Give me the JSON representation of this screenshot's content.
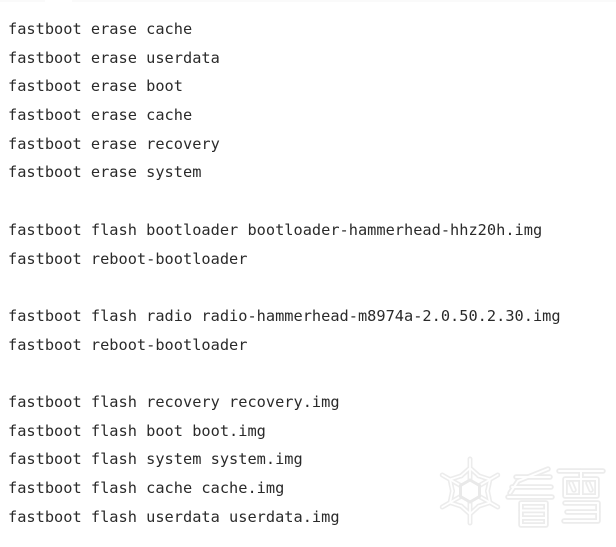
{
  "meta": {
    "background_color": "#ffffff",
    "text_color": "#2a2a2a"
  },
  "code_block": {
    "lines": [
      "fastboot erase cache",
      "fastboot erase userdata",
      "fastboot erase boot",
      "fastboot erase cache",
      "fastboot erase recovery",
      "fastboot erase system",
      "",
      "fastboot flash bootloader bootloader-hammerhead-hhz20h.img",
      "fastboot reboot-bootloader",
      "",
      "fastboot flash radio radio-hammerhead-m8974a-2.0.50.2.30.img",
      "fastboot reboot-bootloader",
      "",
      "fastboot flash recovery recovery.img",
      "fastboot flash boot boot.img",
      "fastboot flash system system.img",
      "fastboot flash cache cache.img",
      "fastboot flash userdata userdata.img"
    ]
  },
  "watermark": {
    "label": "看雪",
    "icon": "snowflake-icon",
    "color": "#ececec"
  }
}
